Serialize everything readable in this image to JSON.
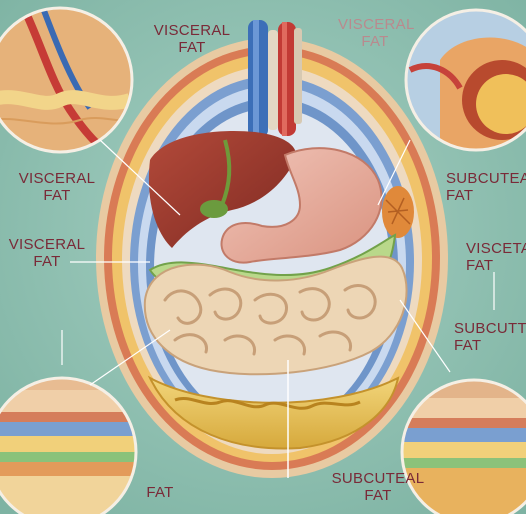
{
  "labels": {
    "top_center": "VISCERAL\nFAT",
    "top_right": "VISCERAL\nFAT",
    "left_upper": "VISCERAL\nFAT",
    "left_middle": "VISCERAL\nFAT",
    "right_upper": "SUBCUTEAL\nFAT",
    "right_middle_1": "VISCETAL\nFAT",
    "right_middle_2": "SUBCUTT\nFAT",
    "bottom_left": "FAT",
    "bottom_right": "SUBCUTEAL\nFAT"
  },
  "colors": {
    "background": "#8fbfb0",
    "label_text": "#7a2a38",
    "liver": "#9a3a2e",
    "stomach": "#e9b1a4",
    "intestine": "#ecd3b0",
    "blue_layer": "#5f8fc4",
    "fat_yellow": "#e7c24f",
    "outer_fat": "#e9cfa1"
  }
}
